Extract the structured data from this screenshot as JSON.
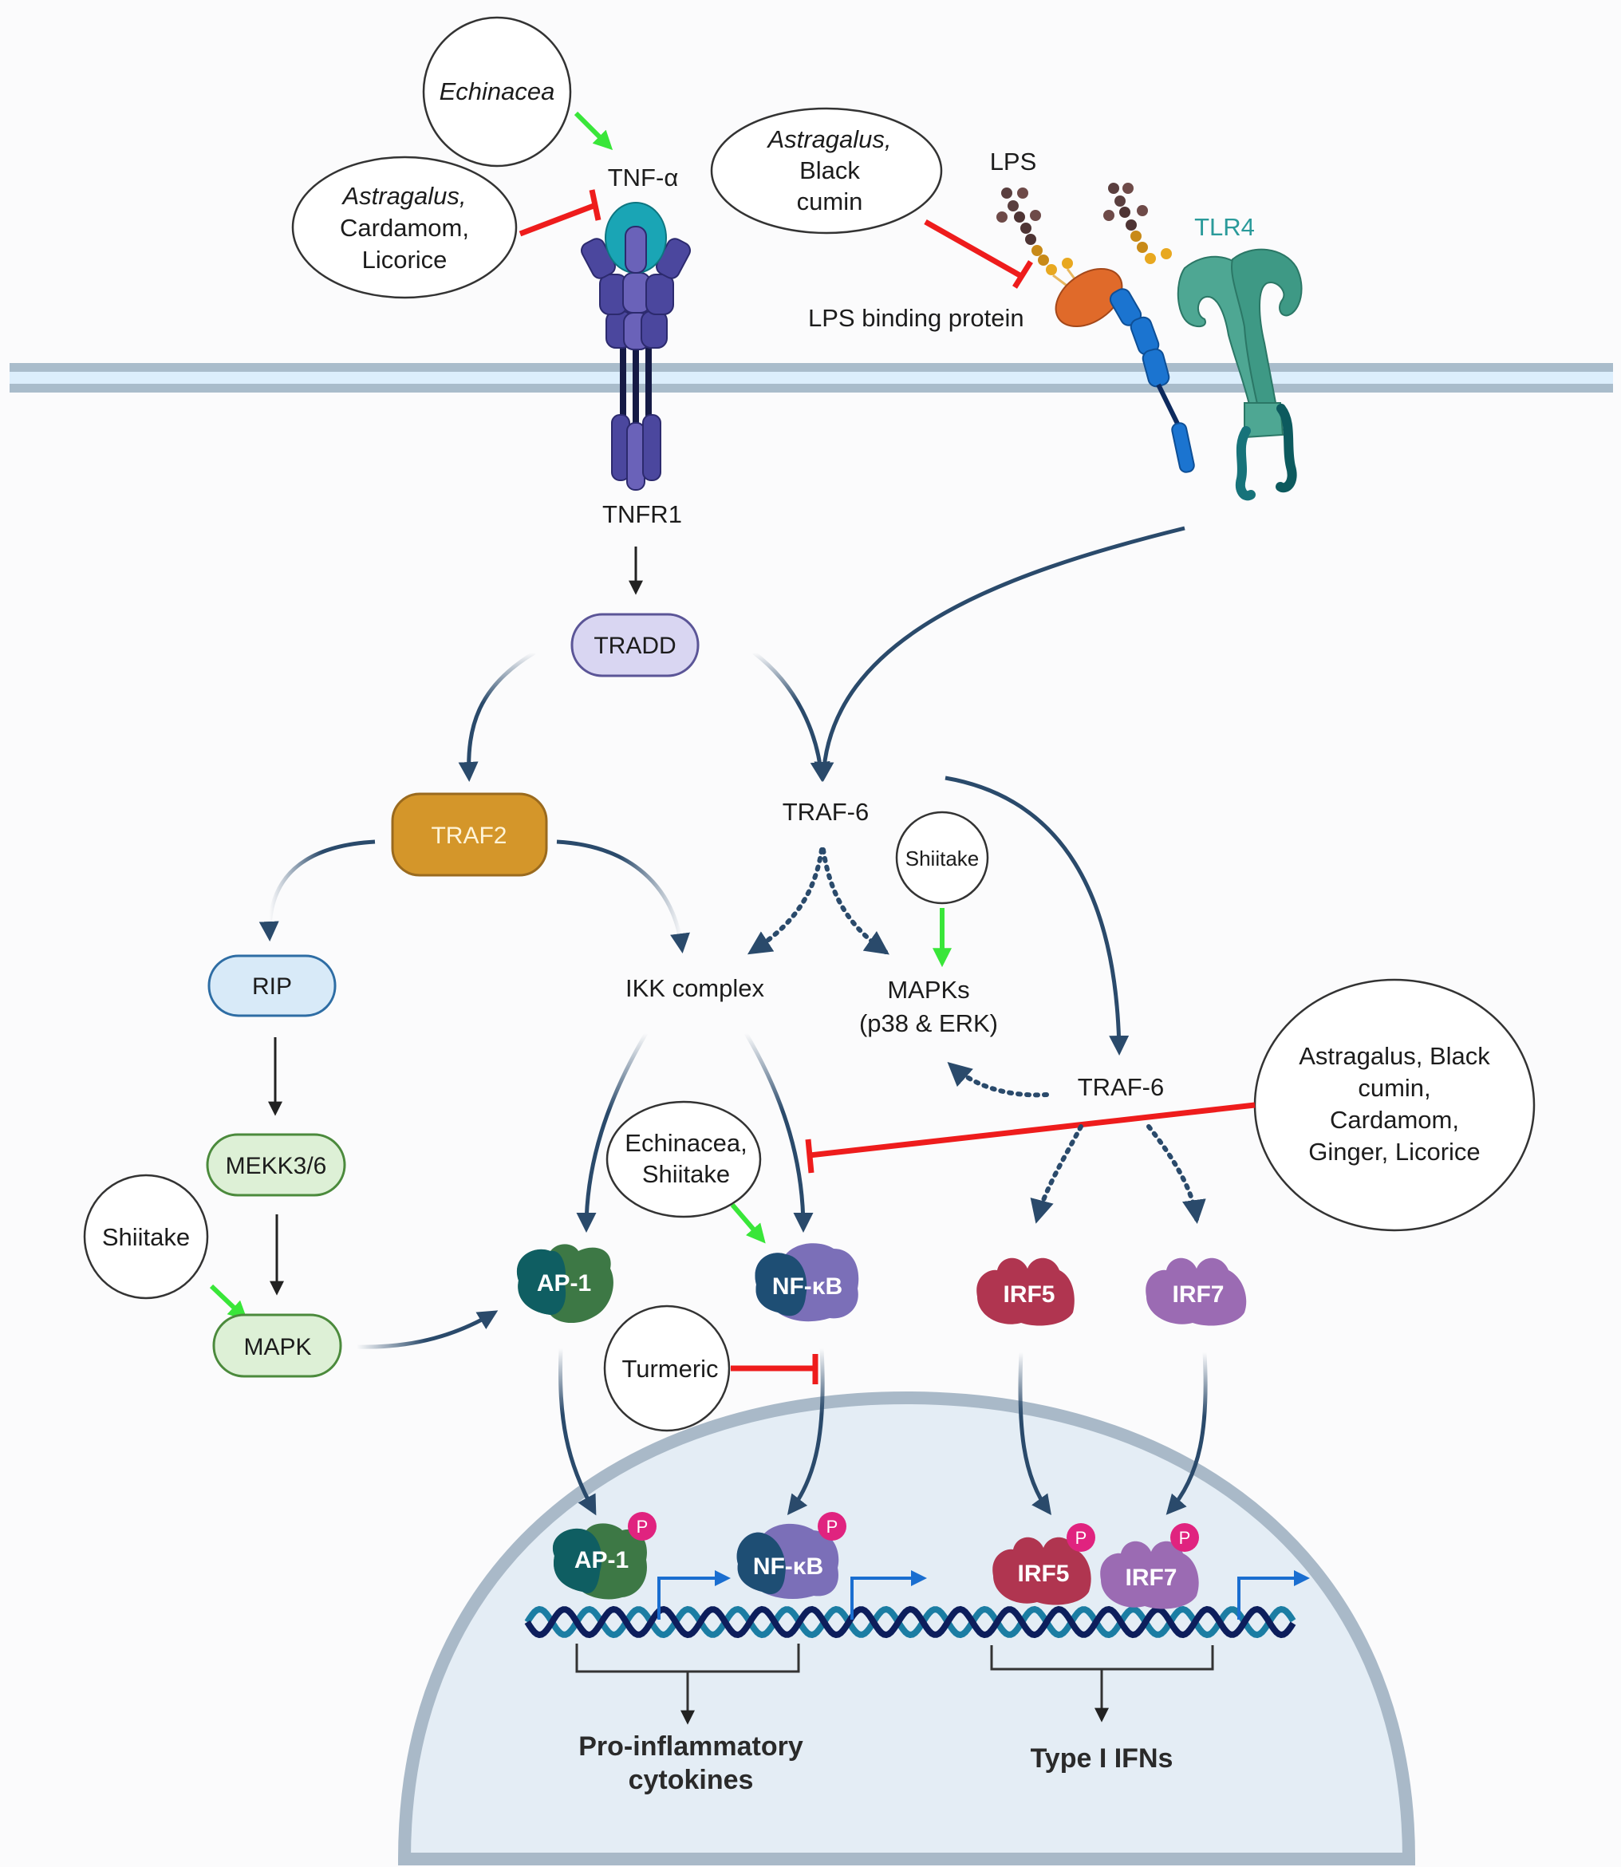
{
  "colors": {
    "background": "#fbfbfc",
    "membrane_outer": "#a9bccb",
    "membrane_inner": "#dceefc",
    "activation_arrow": "#39e639",
    "inhibition_bar": "#ee1c1c",
    "pathway_arrow": "#2a4a6b",
    "black_arrow": "#222222",
    "nucleus_fill": "#e4edf5",
    "nucleus_border": "#a9b9c8",
    "tradd_fill": "#d9d6f2",
    "tradd_border": "#5b5597",
    "traf2_fill": "#d4962a",
    "traf2_border": "#9a6a1e",
    "rip_fill": "#d8eaf8",
    "rip_border": "#2e6da4",
    "mapk_fill": "#ddf0d6",
    "mapk_border": "#4b8a3c",
    "ap1_a": "#0f5e62",
    "ap1_b": "#3d7845",
    "nfkb_a": "#1e4e74",
    "nfkb_b": "#7b6fb8",
    "irf5": "#b03550",
    "irf7": "#9b6bb3",
    "phospho": "#e0237f",
    "tnf": "#1aa5b5",
    "tnfr1": "#4b479e",
    "tnfr1_light": "#6a62b9",
    "tlr4": "#4ea793",
    "tlr4_dark": "#17737a",
    "cd14": "#1b74d0",
    "lbp": "#e06a2a",
    "tlr4_label": "#2a9a9a",
    "dna_a": "#0d1e5c",
    "dna_b": "#1b7da3",
    "promoter": "#1a6ed0"
  },
  "receptors": {
    "tnf_alpha": "TNF-α",
    "tnfr1": "TNFR1",
    "lps": "LPS",
    "lps_binding_protein": "LPS binding protein",
    "tlr4": "TLR4"
  },
  "herbs": {
    "echinacea_top": [
      "Echinacea"
    ],
    "astragalus_cardamom_licorice": [
      "Astragalus,",
      "Cardamom,",
      "Licorice"
    ],
    "astragalus_black_cumin": [
      "Astragalus,",
      "Black",
      "cumin"
    ],
    "shiitake_traf6": [
      "Shiitake"
    ],
    "shiitake_mapk": [
      "Shiitake"
    ],
    "echinacea_shiitake": [
      "Echinacea,",
      "Shiitake"
    ],
    "turmeric": [
      "Turmeric"
    ],
    "big_inhibitor": [
      "Astragalus, Black",
      "cumin,",
      "Cardamom,",
      "Ginger, Licorice"
    ]
  },
  "nodes": {
    "tradd": "TRADD",
    "traf2": "TRAF2",
    "traf6_upper": "TRAF-6",
    "traf6_lower": "TRAF-6",
    "rip": "RIP",
    "mekk": "MEKK3/6",
    "mapk": "MAPK",
    "ikk": "IKK complex",
    "mapks_line1": "MAPKs",
    "mapks_line2": "(p38 & ERK)"
  },
  "transcription_factors": {
    "ap1": "AP-1",
    "nfkb": "NF-κB",
    "irf5": "IRF5",
    "irf7": "IRF7",
    "phospho": "P"
  },
  "outputs": {
    "proinflammatory_line1": "Pro-inflammatory",
    "proinflammatory_line2": "cytokines",
    "type1_ifns": "Type I IFNs"
  }
}
